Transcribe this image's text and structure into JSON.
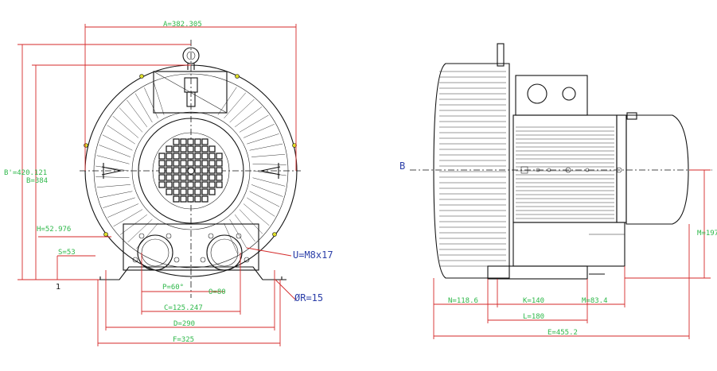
{
  "front_view": {
    "dims": {
      "A": "A=382.305",
      "B_prime": "B'=420.121",
      "B": "B=384",
      "H": "H=52.976",
      "S": "S=53",
      "P": "P=60°",
      "O": "O=80",
      "C": "C=125.247",
      "D": "D=290",
      "F": "F=325"
    },
    "callouts": {
      "U": "U=M8x17",
      "R": "ØR=15"
    },
    "ref_mark": "1"
  },
  "side_view": {
    "label_b": "B",
    "dims": {
      "M_height": "M=197",
      "N": "N=118.6",
      "K": "K=140",
      "M_width": "M=83.4",
      "L": "L=180",
      "E": "E=455.2"
    }
  },
  "colors": {
    "dimension": "#2fb84a",
    "callout": "#2b3ea8",
    "leader": "#d42a2a",
    "outline": "#111111"
  }
}
